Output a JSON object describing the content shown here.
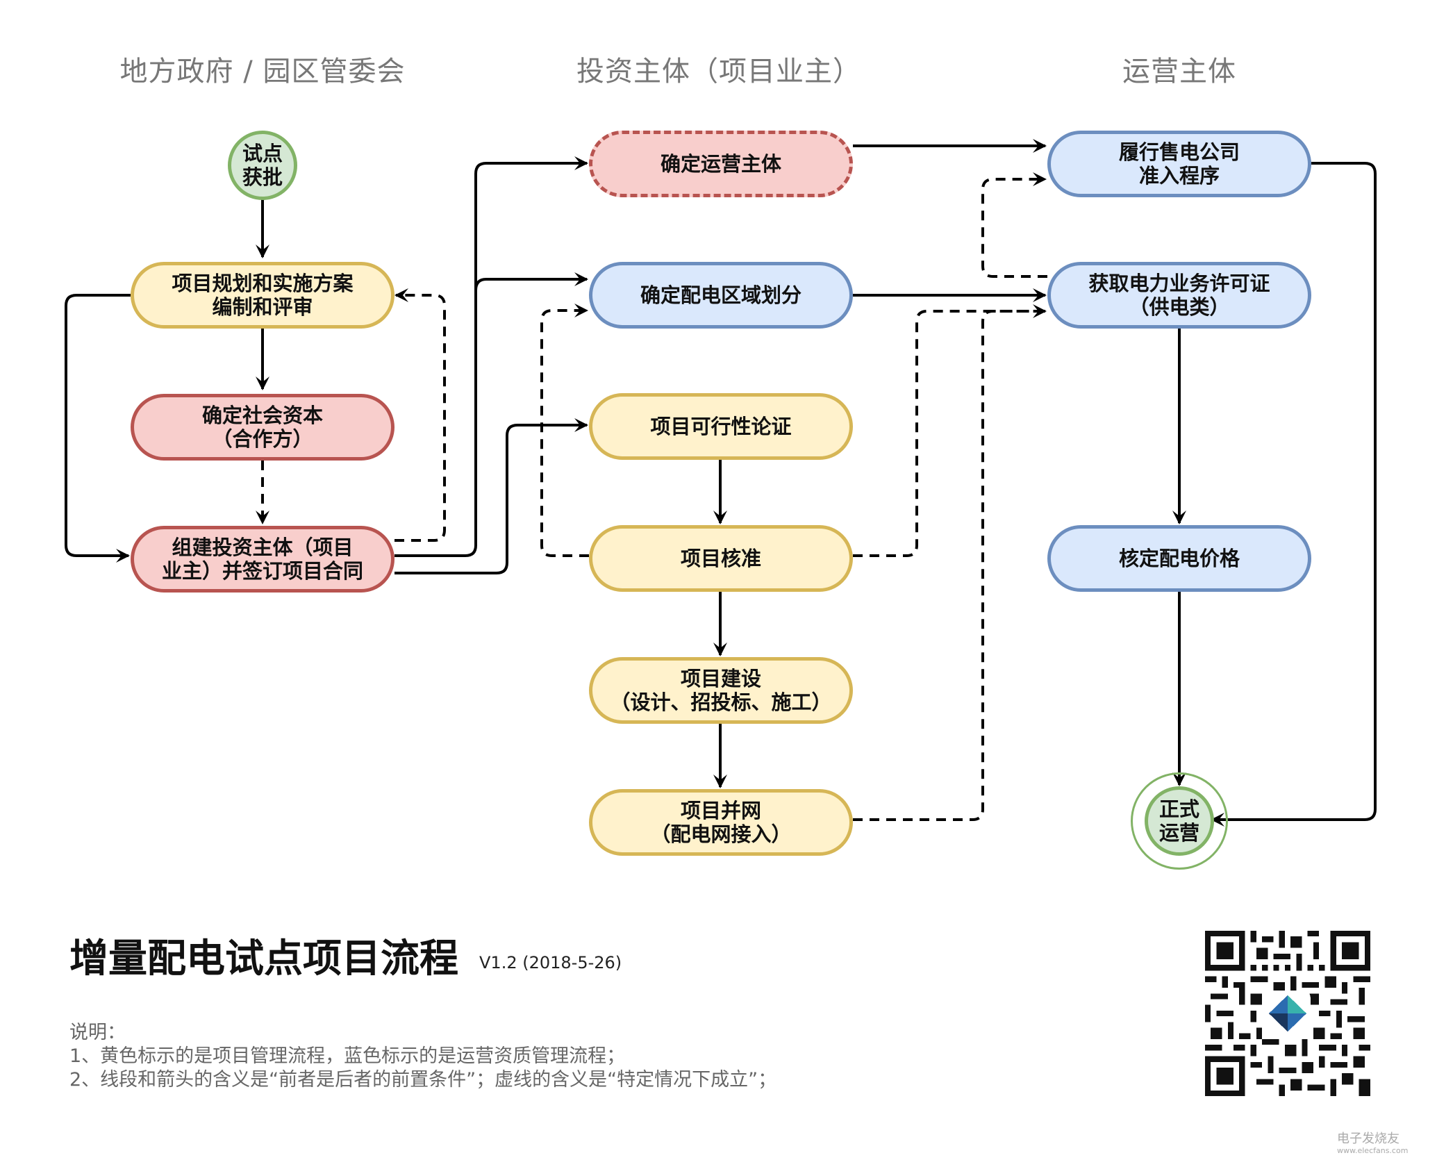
{
  "columns": {
    "gov": "地方政府 / 园区管委会",
    "investor": "投资主体（项目业主）",
    "operator": "运营主体"
  },
  "nodes": {
    "pilot": [
      "试点",
      "获批"
    ],
    "planning": [
      "项目规划和实施方案",
      "编制和评审"
    ],
    "social_capital": [
      "确定社会资本",
      "（合作方）"
    ],
    "establish_investor": [
      "组建投资主体（项目",
      "业主）并签订项目合同"
    ],
    "operator_entity": [
      "确定运营主体"
    ],
    "distribution_area": [
      "确定配电区域划分"
    ],
    "feasibility": [
      "项目可行性论证"
    ],
    "approval": [
      "项目核准"
    ],
    "construction": [
      "项目建设",
      "（设计、招投标、施工）"
    ],
    "grid_connection": [
      "项目并网",
      "（配电网接入）"
    ],
    "sales_company": [
      "履行售电公司",
      "准入程序"
    ],
    "power_license": [
      "获取电力业务许可证",
      "（供电类）"
    ],
    "price": [
      "核定配电价格"
    ],
    "operation": [
      "正式",
      "运营"
    ]
  },
  "footer": {
    "title": "增量配电试点项目流程",
    "version": "V1.2 (2018-5-26)",
    "notes_heading": "说明：",
    "note1": "1、黄色标示的是项目管理流程，蓝色标示的是运营资质管理流程；",
    "note2": "2、线段和箭头的含义是“前者是后者的前置条件”；虚线的含义是“特定情况下成立”；"
  },
  "watermark": {
    "main": "电子发烧友",
    "sub": "www.elecfans.com"
  },
  "colors": {
    "yellow_fill": "#fff2cc",
    "yellow_border": "#d6b656",
    "red_fill": "#f8cecc",
    "red_border": "#b85450",
    "blue_fill": "#dae8fc",
    "blue_border": "#6c8ebf",
    "green_fill": "#d5e8d4",
    "green_border": "#82b366"
  }
}
